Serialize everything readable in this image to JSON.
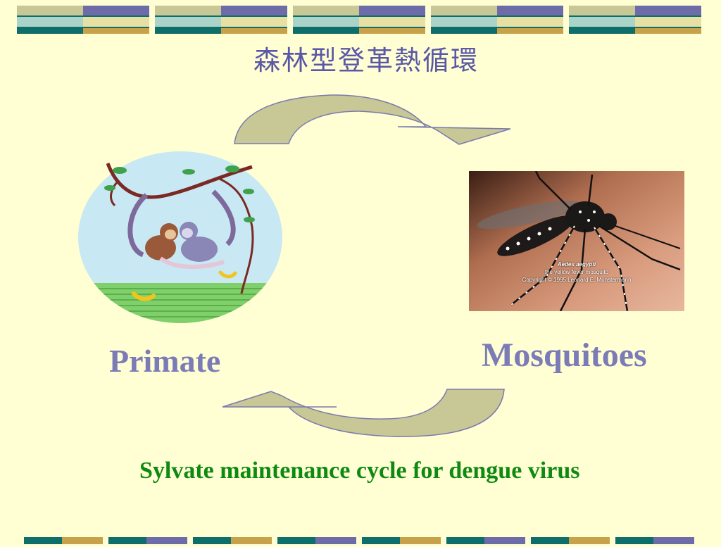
{
  "slide": {
    "title": "森林型登革熱循環",
    "primate_label": "Primate",
    "mosquitoes_label": "Mosquitoes",
    "caption": "Sylvate maintenance cycle for dengue virus"
  },
  "photo": {
    "species": "Aedes aegypti",
    "common_name": "the yellow fever mosquito",
    "copyright": "Copyright © 1995 Leonard E. Munstermann"
  },
  "colors": {
    "background": "#FFFFD3",
    "title": "#5A57A8",
    "labels": "#7B7BB8",
    "caption": "#0E8A12",
    "arrow_fill": "#C8C796",
    "arrow_stroke": "#7A7AB0",
    "band_teal": "#0E6E6A",
    "band_mint": "#A9D4C7",
    "band_purple": "#6E6CA8",
    "band_gold": "#C8A24A",
    "band_olive": "#C8C796",
    "band_cream": "#E8DFA5"
  },
  "icons": {
    "primate": "monkeys-on-vine-icon",
    "mosquito": "mosquito-photo-icon"
  }
}
